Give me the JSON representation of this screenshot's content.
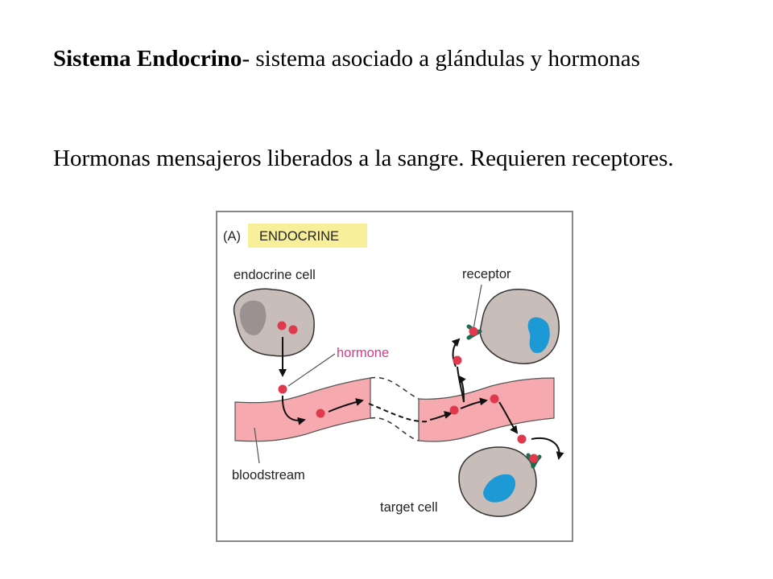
{
  "paragraph1": {
    "term": "Sistema Endocrino",
    "rest": "- sistema asociado a glándulas y hormonas"
  },
  "paragraph2": {
    "text": "Hormonas mensajeros liberados a la sangre. Requieren receptores."
  },
  "figure": {
    "panel_letter": "(A)",
    "panel_title": "ENDOCRINE",
    "labels": {
      "endocrine_cell": "endocrine cell",
      "receptor": "receptor",
      "hormone": "hormone",
      "bloodstream": "bloodstream",
      "target_cell": "target cell"
    },
    "colors": {
      "title_highlight": "#f7ef9a",
      "blood_vessel": "#f6a9ae",
      "hormone": "#e0394e",
      "hormone_label": "#d63a8c",
      "cell": "#c9bdba",
      "nucleus": "#9a9190",
      "target_nucleus": "#1d9ad6",
      "receptor": "#1f6b52"
    }
  }
}
